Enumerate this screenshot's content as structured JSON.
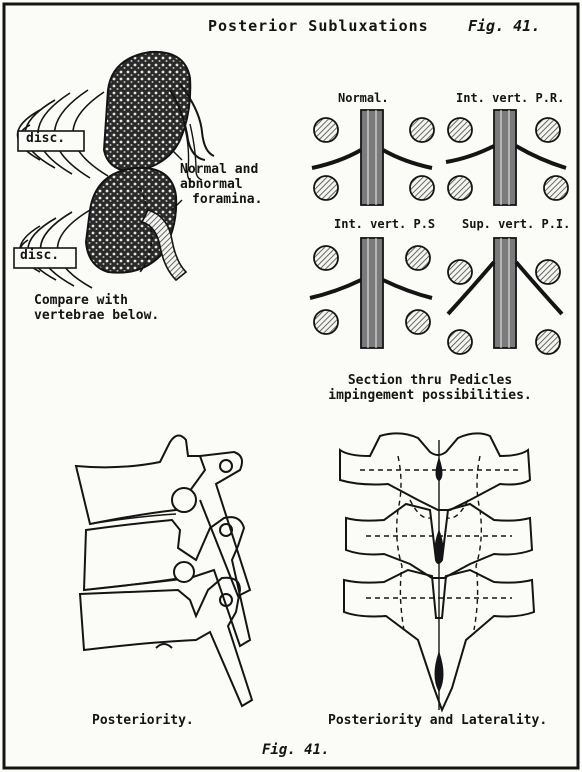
{
  "title": "Posterior Subluxations",
  "fig_top": "Fig. 41.",
  "fig_bottom": "Fig. 41.",
  "disc_label_1": "disc.",
  "disc_label_2": "disc.",
  "foramina_label": [
    "Normal and",
    "abnormal",
    "foramina."
  ],
  "compare_label": [
    "Compare with",
    "vertebrae below."
  ],
  "panels": {
    "normal": "Normal.",
    "int_vert_pr": "Int. vert. P.R.",
    "int_vert_ps": "Int. vert. P.S",
    "sup_vert_pi": "Sup. vert. P.I."
  },
  "section_caption": [
    "Section thru  Pedicles",
    "impingement possibilities."
  ],
  "caption_left": "Posteriority.",
  "caption_right": "Posteriority and Laterality.",
  "colors": {
    "ink": "#141414",
    "paper": "#fbfbf8",
    "hatch": "#8a8a8a"
  }
}
